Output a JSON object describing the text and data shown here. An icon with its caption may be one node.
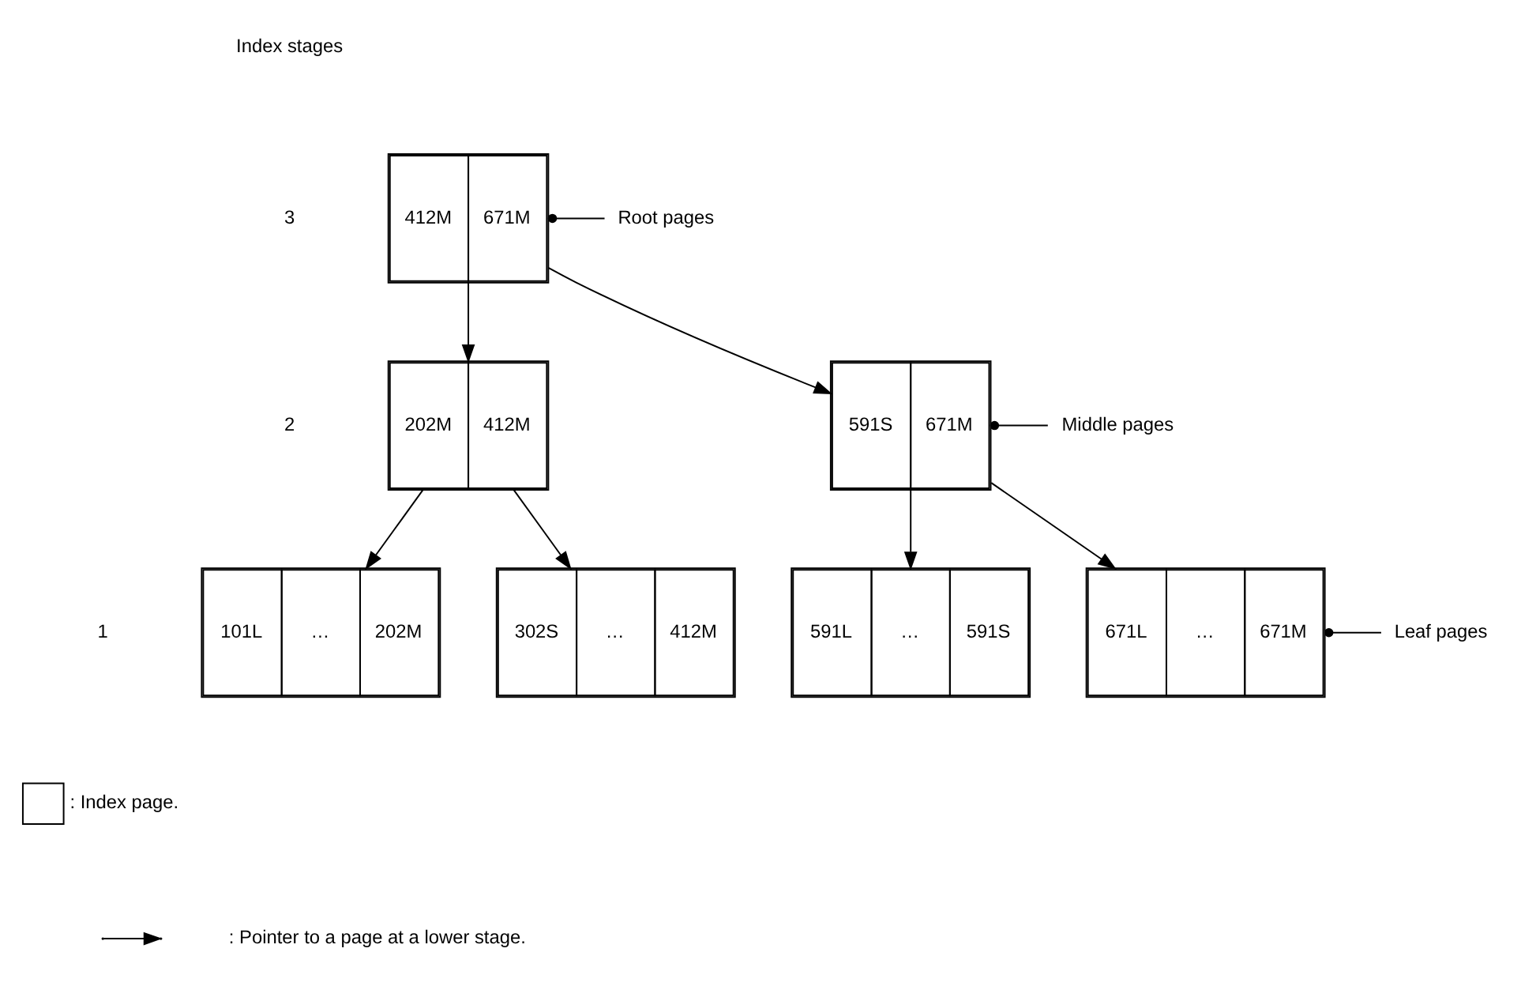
{
  "diagram": {
    "nodes": [
      {
        "text": [
          "412M",
          "671M"
        ]
      },
      {
        "text": [
          "202M",
          "412M"
        ]
      },
      {
        "text": [
          "591S",
          "671M"
        ]
      },
      {
        "text": [
          "101L",
          "…",
          "202M"
        ]
      },
      {
        "text": [
          "302S",
          "…",
          "412M"
        ]
      },
      {
        "text": [
          "591L",
          "…",
          "591S"
        ]
      },
      {
        "text": [
          "671L",
          "…",
          "671M"
        ]
      },
      {
        "text": [
          "Root pages"
        ]
      },
      {
        "text": [
          "Middle pages"
        ]
      },
      {
        "text": [
          "Leaf pages"
        ]
      }
    ],
    "edges": [
      {
        "from": 0,
        "to": 1,
        "arrow": "to"
      },
      {
        "from": 0,
        "to": 2,
        "arrow": "to"
      },
      {
        "from": 1,
        "to": 3,
        "arrow": "to"
      },
      {
        "from": 1,
        "to": 4,
        "arrow": "to"
      },
      {
        "from": 2,
        "to": 5,
        "arrow": "to"
      },
      {
        "from": 2,
        "to": 6,
        "arrow": "to"
      },
      {
        "from": 7,
        "to": 0,
        "arrow": "other"
      },
      {
        "from": 8,
        "to": 2,
        "arrow": "other"
      },
      {
        "from": 9,
        "to": 6,
        "arrow": "other"
      }
    ],
    "labels": [
      "Index stages",
      "3",
      "2",
      "1"
    ],
    "legend": [
      {
        "text": ": Index page."
      },
      {
        "text": ": Pointer to a page at a lower stage."
      }
    ]
  }
}
